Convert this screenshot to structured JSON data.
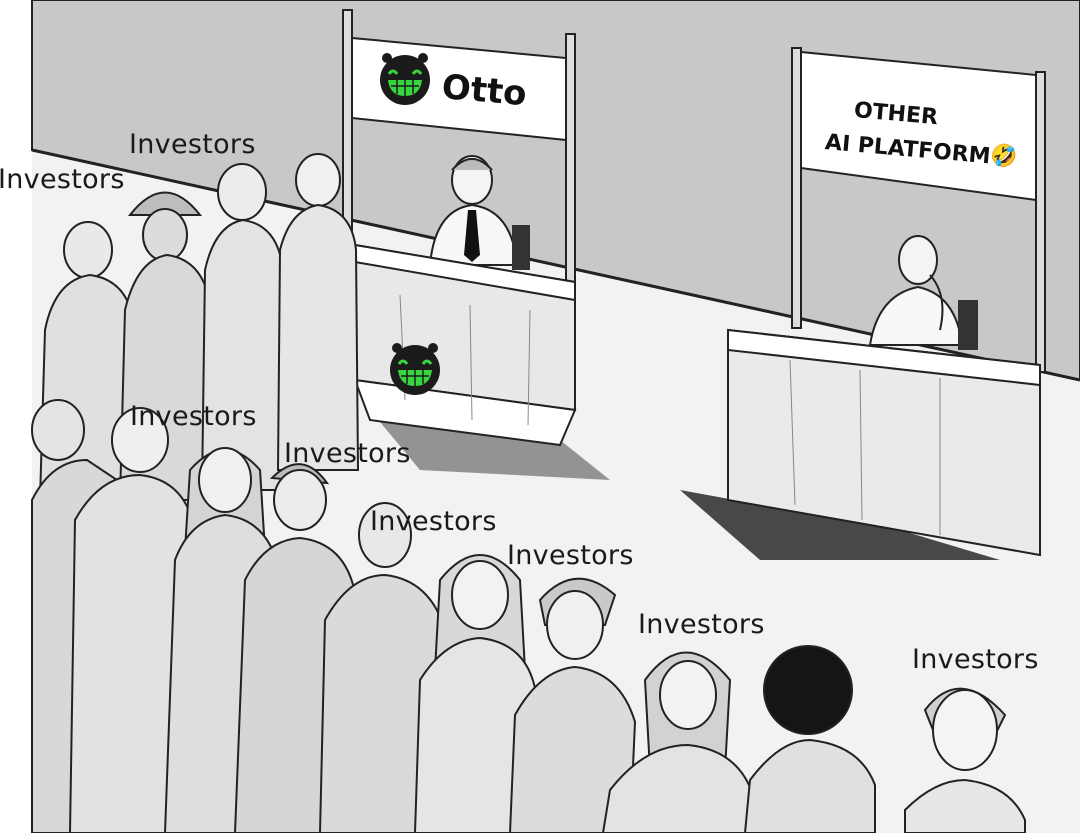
{
  "meme": {
    "left_sign": {
      "title": "Otto",
      "logo_icon": "otto-robot-logo"
    },
    "right_sign": {
      "line1": "OTHER",
      "line2": "AI PLATFORM",
      "emoji": "🤣"
    },
    "desk_logo_icon": "otto-robot-logo",
    "crowd_labels": [
      "Investors",
      "Investors",
      "Investors",
      "Investors",
      "Investors",
      "Investors",
      "Investors",
      "Investors"
    ]
  },
  "colors": {
    "wall": "#c7c7c7",
    "floor": "#f1f1f1",
    "logo_green": "#37d63f",
    "logo_dark": "#1b1b1b",
    "emoji_yellow": "#ffcc33"
  }
}
